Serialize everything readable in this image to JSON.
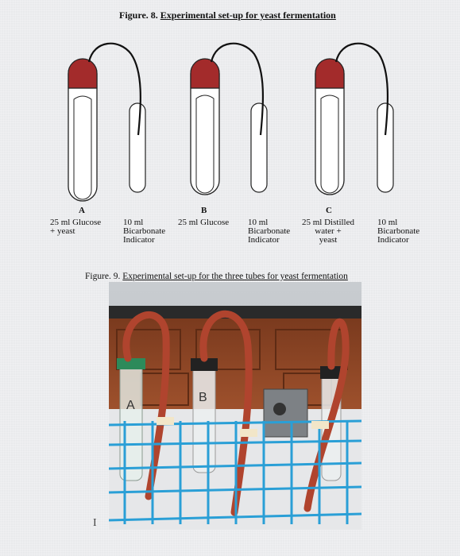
{
  "figure8": {
    "prefix": "Figure. 8.",
    "title": "Experimental set-up for yeast fermentation"
  },
  "tubes": [
    {
      "letter": "A",
      "left_label": "25 ml Glucose\n+ yeast",
      "right_label": "10 ml\nBicarbonate\nIndicator"
    },
    {
      "letter": "B",
      "left_label": "25 ml Glucose",
      "right_label": "10 ml\nBicarbonate\nIndicator"
    },
    {
      "letter": "C",
      "left_label": "25 ml Distilled\nwater +\nyeast",
      "right_label": "10 ml\nBicarbonate\nIndicator"
    }
  ],
  "figure9": {
    "prefix": "Figure. 9.",
    "title": "Experimental set-up for the three tubes for yeast fermentation"
  },
  "photo_marks": [
    "A",
    "B"
  ],
  "colors": {
    "stopper": "#a32b2b",
    "tubing": "#b0442e",
    "rack": "#2a9fd6",
    "cabinet": "#a0522d"
  },
  "cursor_glyph": "I"
}
